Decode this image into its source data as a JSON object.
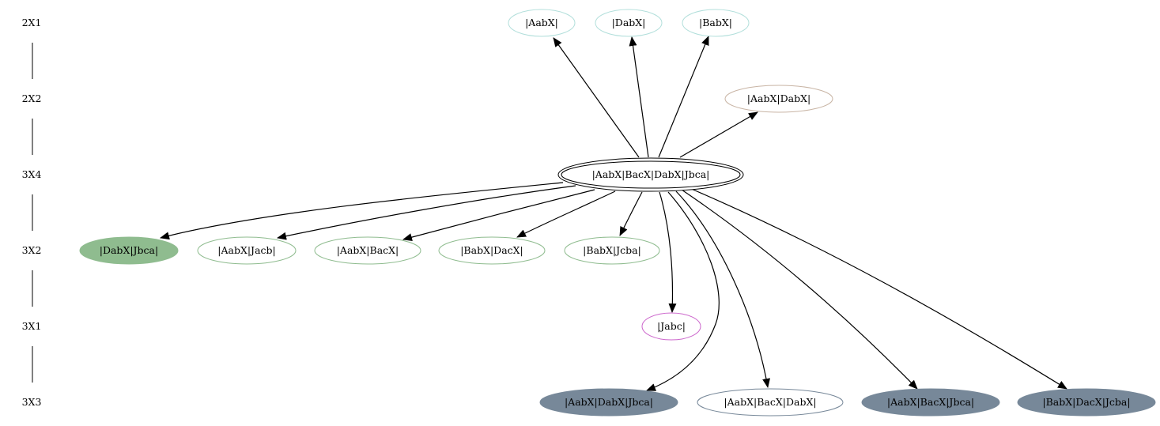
{
  "ranks": [
    {
      "id": "r1",
      "label": "2X1"
    },
    {
      "id": "r2",
      "label": "2X2"
    },
    {
      "id": "r3",
      "label": "3X4"
    },
    {
      "id": "r4",
      "label": "3X2"
    },
    {
      "id": "r5",
      "label": "3X1"
    },
    {
      "id": "r6",
      "label": "3X3"
    }
  ],
  "nodes": [
    {
      "id": "n_aabx",
      "label": "|AabX|",
      "stroke": "#b2dfdb",
      "fill": "none",
      "double": false
    },
    {
      "id": "n_dabx",
      "label": "|DabX|",
      "stroke": "#b2dfdb",
      "fill": "none",
      "double": false
    },
    {
      "id": "n_babx",
      "label": "|BabX|",
      "stroke": "#b2dfdb",
      "fill": "none",
      "double": false
    },
    {
      "id": "n_aabx_dabx",
      "label": "|AabX|DabX|",
      "stroke": "#c8b4a4",
      "fill": "none",
      "double": false
    },
    {
      "id": "n_center",
      "label": "|AabX|BacX|DabX|Jbca|",
      "stroke": "#000000",
      "fill": "none",
      "double": true
    },
    {
      "id": "n_dabx_jbca",
      "label": "|DabX|Jbca|",
      "stroke": "#8fbc8f",
      "fill": "#8fbc8f",
      "double": false
    },
    {
      "id": "n_aabx_jacb",
      "label": "|AabX|Jacb|",
      "stroke": "#8fbc8f",
      "fill": "none",
      "double": false
    },
    {
      "id": "n_aabx_bacx",
      "label": "|AabX|BacX|",
      "stroke": "#8fbc8f",
      "fill": "none",
      "double": false
    },
    {
      "id": "n_babx_dacx",
      "label": "|BabX|DacX|",
      "stroke": "#8fbc8f",
      "fill": "none",
      "double": false
    },
    {
      "id": "n_babx_jcba",
      "label": "|BabX|Jcba|",
      "stroke": "#8fbc8f",
      "fill": "none",
      "double": false
    },
    {
      "id": "n_jabc",
      "label": "|Jabc|",
      "stroke": "#cc66cc",
      "fill": "none",
      "double": false
    },
    {
      "id": "n_aabx_dabx_jbca",
      "label": "|AabX|DabX|Jbca|",
      "stroke": "#778899",
      "fill": "#778899",
      "double": false
    },
    {
      "id": "n_aabx_bacx_dabx",
      "label": "|AabX|BacX|DabX|",
      "stroke": "#778899",
      "fill": "none",
      "double": false
    },
    {
      "id": "n_aabx_bacx_jbca",
      "label": "|AabX|BacX|Jbca|",
      "stroke": "#778899",
      "fill": "#778899",
      "double": false
    },
    {
      "id": "n_babx_dacx_jcba",
      "label": "|BabX|DacX|Jcba|",
      "stroke": "#778899",
      "fill": "#778899",
      "double": false
    }
  ],
  "edges": [
    {
      "from": "n_center",
      "to": "n_aabx"
    },
    {
      "from": "n_center",
      "to": "n_dabx"
    },
    {
      "from": "n_center",
      "to": "n_babx"
    },
    {
      "from": "n_center",
      "to": "n_aabx_dabx"
    },
    {
      "from": "n_center",
      "to": "n_dabx_jbca"
    },
    {
      "from": "n_center",
      "to": "n_aabx_jacb"
    },
    {
      "from": "n_center",
      "to": "n_aabx_bacx"
    },
    {
      "from": "n_center",
      "to": "n_babx_dacx"
    },
    {
      "from": "n_center",
      "to": "n_babx_jcba"
    },
    {
      "from": "n_center",
      "to": "n_jabc"
    },
    {
      "from": "n_center",
      "to": "n_aabx_dabx_jbca"
    },
    {
      "from": "n_center",
      "to": "n_aabx_bacx_dabx"
    },
    {
      "from": "n_center",
      "to": "n_aabx_bacx_jbca"
    },
    {
      "from": "n_center",
      "to": "n_babx_dacx_jcba"
    }
  ]
}
